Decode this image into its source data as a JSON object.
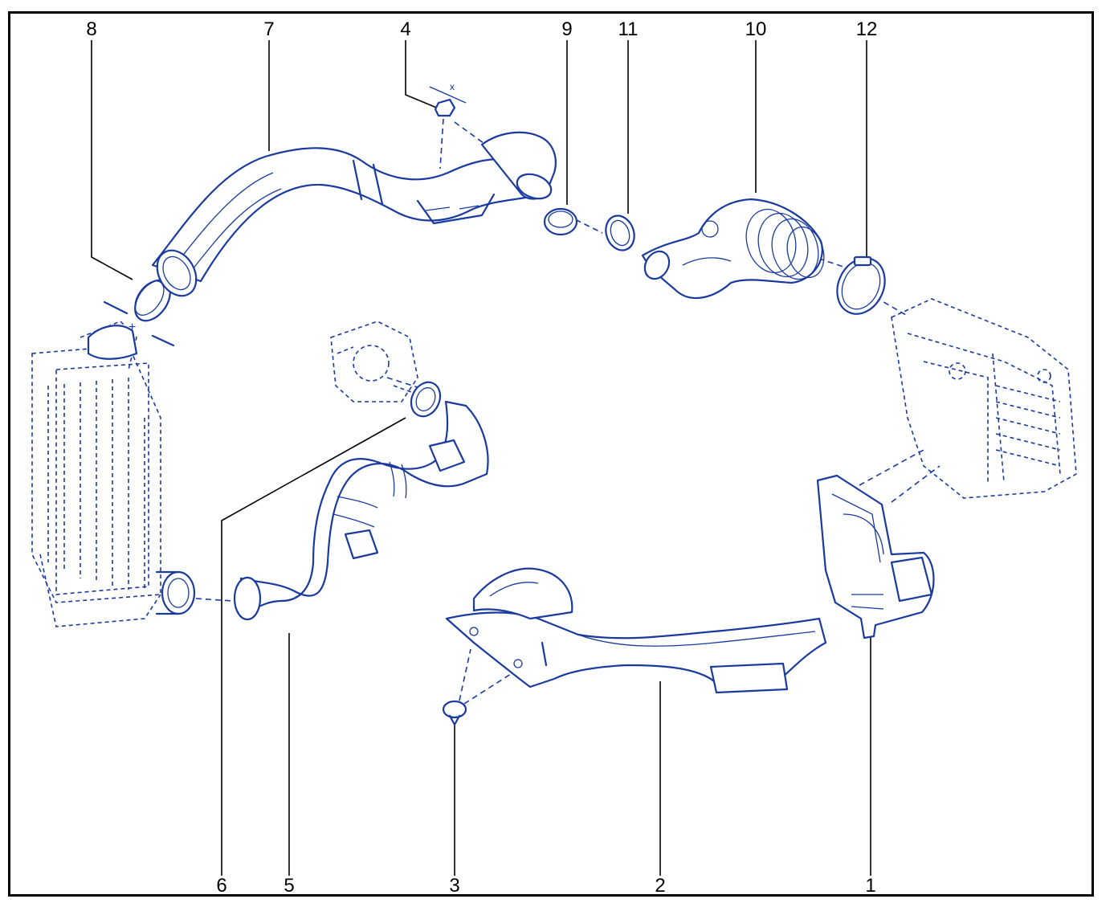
{
  "diagram": {
    "callouts": [
      "1",
      "2",
      "3",
      "4",
      "5",
      "6",
      "7",
      "8",
      "9",
      "10",
      "11",
      "12"
    ],
    "ink_color": "#1a3a9e",
    "label_color": "#000000",
    "frame_color": "#000000",
    "small_marks": {
      "x_mark": "x",
      "plus_mark": "+"
    }
  }
}
